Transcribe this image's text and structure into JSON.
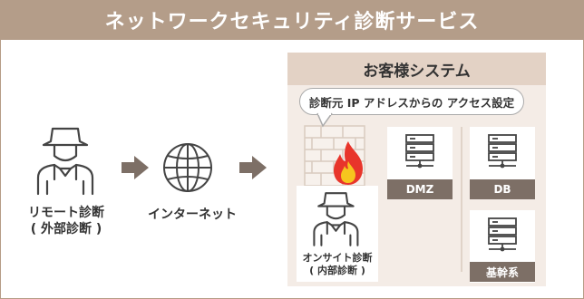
{
  "title": "ネットワークセキュリティ診断サービス",
  "system": {
    "title": "お客様システム",
    "callout": "診断元 IP アドレスからの アクセス設定",
    "servers": [
      {
        "label": "DMZ"
      },
      {
        "label": "DB"
      },
      {
        "label": "基幹系"
      }
    ]
  },
  "remote": {
    "line1": "リモート診断",
    "line2": "( 外部診断 )"
  },
  "internet": {
    "label": "インターネット"
  },
  "onsite": {
    "line1": "オンサイト診断",
    "line2": "( 内部診断 )"
  },
  "colors": {
    "title_bg": "#b49d89",
    "system_bg": "#f4ece6",
    "system_head_bg": "#e3d2c5",
    "arrow": "#7d6f66",
    "flame_outer": "#e8352b",
    "flame_inner": "#f6c51e"
  },
  "icons": [
    "worker-icon",
    "arrow-right-icon",
    "globe-icon",
    "firewall-icon",
    "fire-icon",
    "server-icon"
  ]
}
